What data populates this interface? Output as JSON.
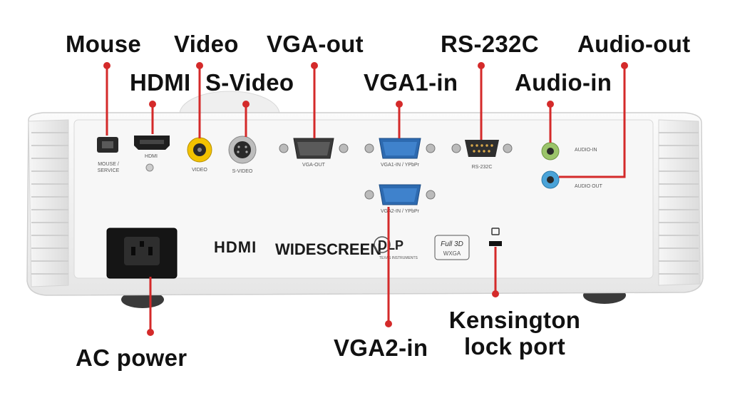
{
  "callouts": {
    "mouse": "Mouse",
    "video": "Video",
    "vga_out": "VGA-out",
    "rs232c": "RS-232C",
    "audio_out": "Audio-out",
    "hdmi": "HDMI",
    "s_video": "S-Video",
    "vga1_in": "VGA1-in",
    "audio_in": "Audio-in",
    "ac_power": "AC power",
    "vga2_in": "VGA2-in",
    "kensington_line1": "Kensington",
    "kensington_line2": "lock port"
  },
  "panel_labels": {
    "mouse_service_1": "MOUSE /",
    "mouse_service_2": "SERVICE",
    "hdmi": "HDMI",
    "video": "VIDEO",
    "s_video": "S-VIDEO",
    "vga_out": "VGA-OUT",
    "vga1_in": "VGA1-IN / YPbPr",
    "rs232c": "RS-232C",
    "audio_in": "AUDIO-IN",
    "audio_out": "AUDIO OUT",
    "vga2_in": "VGA2-IN / YPbPr"
  },
  "logos": {
    "hdmi_logo": "HDMI",
    "widescreen": "WIDESCREEN",
    "dlp": "DLP",
    "texas_instruments": "TEXAS INSTRUMENTS",
    "full3d_1": "Full 3D",
    "full3d_2": "WXGA"
  },
  "colors": {
    "leader_line": "#d42a2a",
    "video_jack": "#f2c200",
    "audio_in_jack": "#9bc46a",
    "audio_out_jack": "#4aa3d8",
    "vga_in_port": "#2d6ab0",
    "projector_body": "#f4f4f4"
  }
}
